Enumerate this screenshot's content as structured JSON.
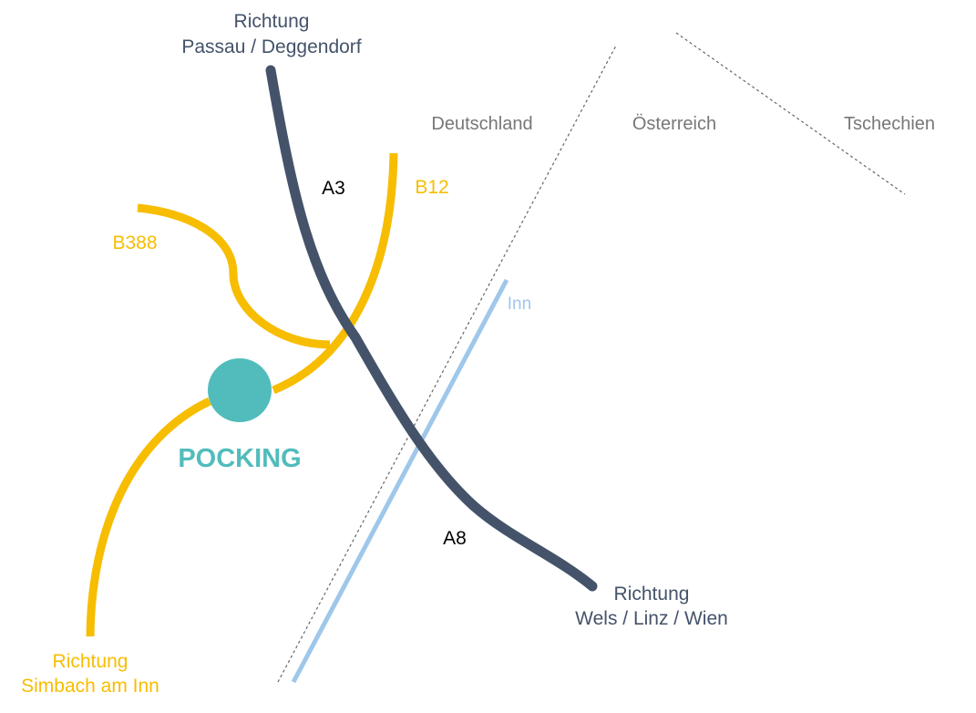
{
  "map": {
    "town": {
      "name": "POCKING",
      "color": "#52bcbc"
    },
    "motorway": {
      "color": "#44536a",
      "north_id": "A3",
      "south_id": "A8",
      "north_direction": {
        "line1": "Richtung",
        "line2": "Passau / Deggendorf"
      },
      "south_direction": {
        "line1": "Richtung",
        "line2": "Wels / Linz / Wien"
      }
    },
    "federal_roads": {
      "color": "#f7bd00",
      "b12": "B12",
      "b388": "B388",
      "southwest_direction": {
        "line1": "Richtung",
        "line2": "Simbach am Inn"
      }
    },
    "river": {
      "name": "Inn",
      "color": "#9fc7ea"
    },
    "countries": {
      "color": "#777777",
      "germany": "Deutschland",
      "austria": "Österreich",
      "czechia": "Tschechien"
    },
    "border_color": "#666666",
    "label_color_dark": "#000000"
  }
}
